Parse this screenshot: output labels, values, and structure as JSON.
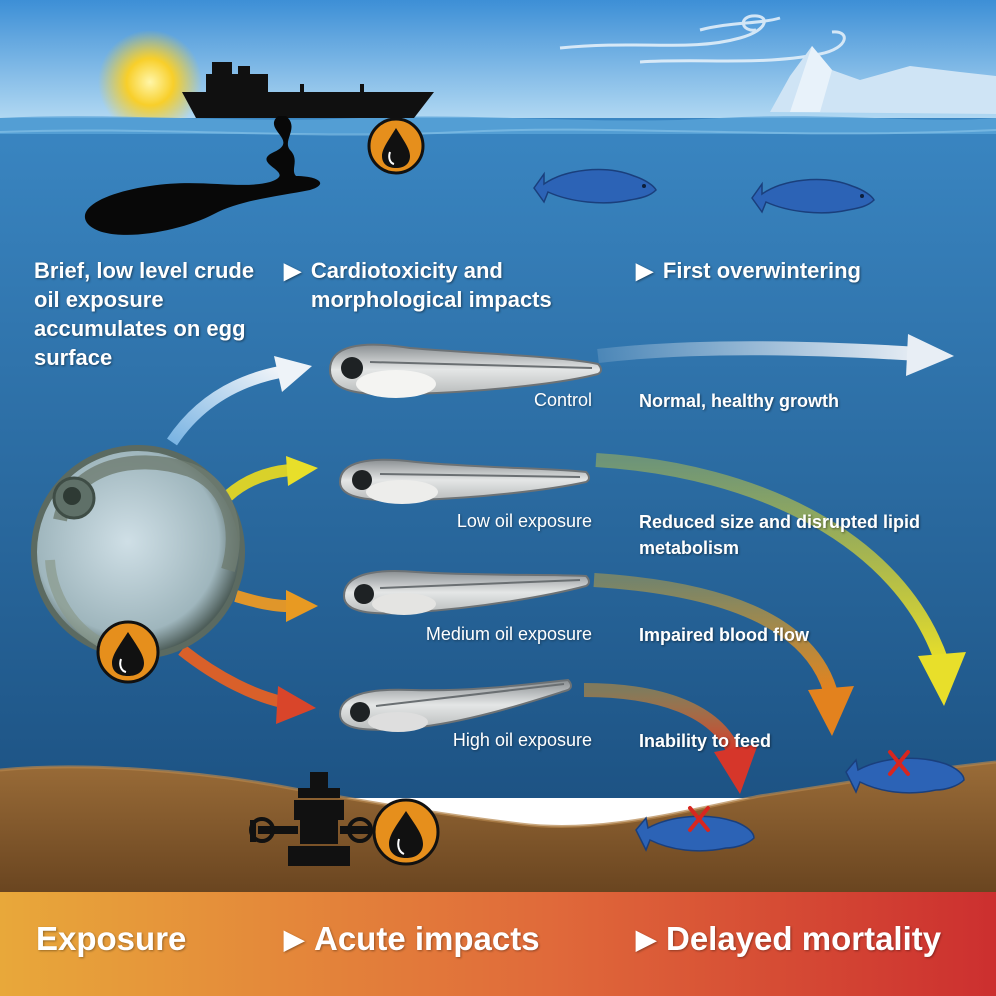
{
  "stages": {
    "exposure_text": "Brief, low level crude oil exposure accumulates on egg surface",
    "cardio_text": "Cardiotoxicity and morphological impacts",
    "overwinter_text": "First overwintering",
    "arrow_glyph": "▶"
  },
  "larvae": [
    {
      "label": "Control",
      "outcome": "Normal, healthy growth",
      "color": "#e8eef5"
    },
    {
      "label": "Low oil exposure",
      "outcome": "Reduced size and disrupted lipid metabolism",
      "color": "#e8df2a"
    },
    {
      "label": "Medium oil exposure",
      "outcome": "Impaired blood flow",
      "color": "#e89a22"
    },
    {
      "label": "High oil exposure",
      "outcome": "Inability to feed",
      "color": "#d9452a"
    }
  ],
  "footer": {
    "exposure": "Exposure",
    "acute": "Acute impacts",
    "delayed": "Delayed mortality",
    "gradient": [
      "#e8a83a",
      "#e06a3a",
      "#cc2f2f"
    ]
  },
  "icons": [
    "sun-icon",
    "ship-icon",
    "oil-drop-icon",
    "wind-icon",
    "iceberg-icon",
    "fish-icon",
    "wellhead-icon",
    "mortality-x-icon"
  ],
  "colors": {
    "sky_top": "#3d8fd6",
    "sky_bottom": "#b4daf3",
    "water_top": "#3a86c2",
    "water_bottom": "#1d5384",
    "seabed": "#8c6233",
    "badge": "#e68f1c",
    "fish": "#2c63b6",
    "mortality": "#d8261f"
  }
}
